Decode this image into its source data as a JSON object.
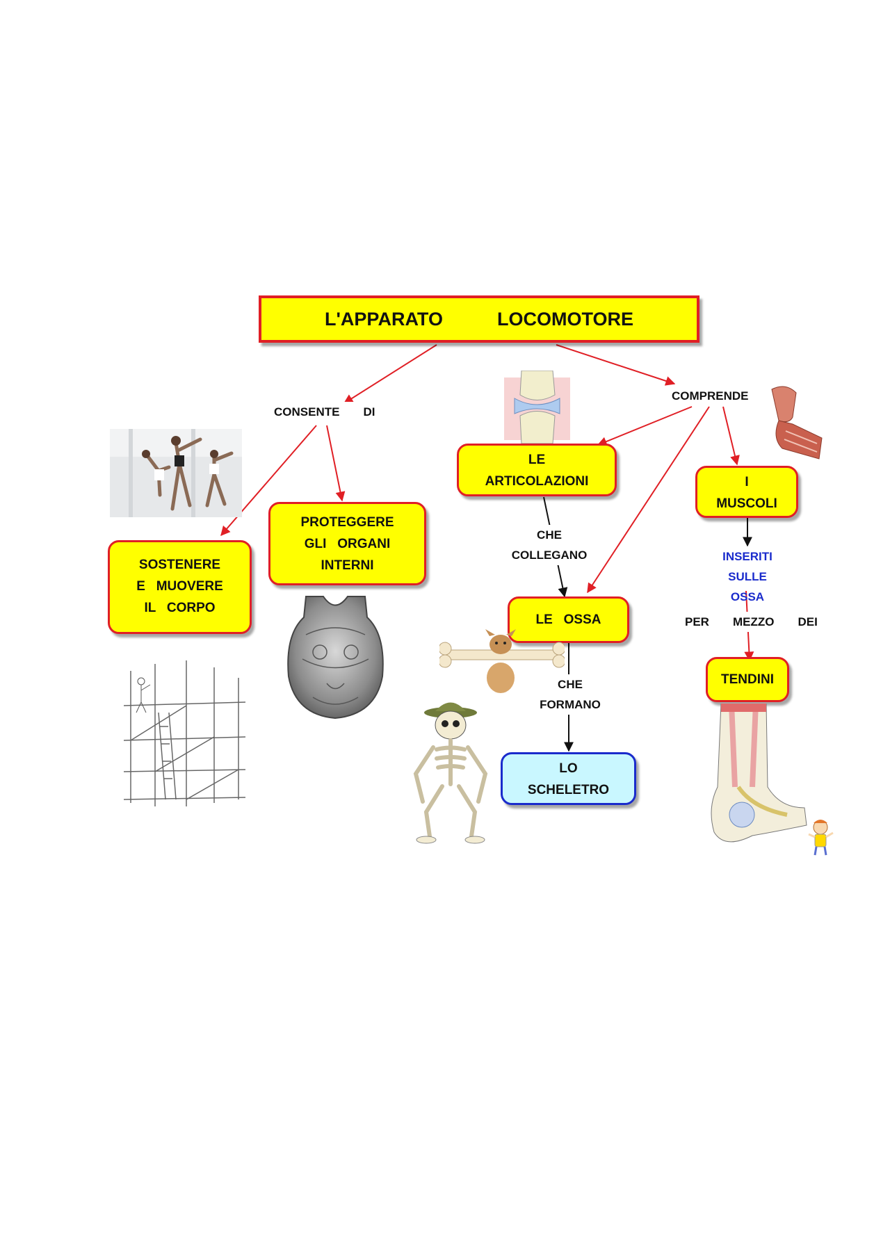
{
  "title": {
    "part1": "L'APPARATO",
    "part2": "LOCOMOTORE"
  },
  "labels": {
    "consente": [
      "CONSENTE",
      "DI"
    ],
    "comprende": "COMPRENDE",
    "che_collegano": [
      "CHE",
      "COLLEGANO"
    ],
    "che_formano": [
      "CHE",
      "FORMANO"
    ],
    "inseriti": [
      "INSERITI",
      "SULLE",
      "OSSA"
    ],
    "per_mezzo": [
      "PER",
      "MEZZO",
      "DEI"
    ]
  },
  "nodes": {
    "sostenere": [
      "SOSTENERE",
      "E   MUOVERE",
      "IL   CORPO"
    ],
    "proteggere": [
      "PROTEGGERE",
      "GLI   ORGANI",
      "INTERNI"
    ],
    "articolazioni": [
      "LE",
      "ARTICOLAZIONI"
    ],
    "ossa": "LE   OSSA",
    "scheletro": [
      "LO",
      "SCHELETRO"
    ],
    "muscoli": [
      "I",
      "MUSCOLI"
    ],
    "tendini": "TENDINI"
  },
  "colors": {
    "arrow_red": "#e01f25",
    "arrow_black": "#111111",
    "box_fill": "#ffff00",
    "scheletro_fill": "#c9f7ff",
    "blue_text": "#1a2bcc"
  },
  "images": [
    "stretching-women-photo",
    "scaffolding-drawing",
    "armor-breastplate",
    "knee-joint",
    "flexed-arm-muscle",
    "dog-with-bone",
    "skeleton-cartoon",
    "foot-tendon-illustration",
    "small-cartoon-character"
  ]
}
